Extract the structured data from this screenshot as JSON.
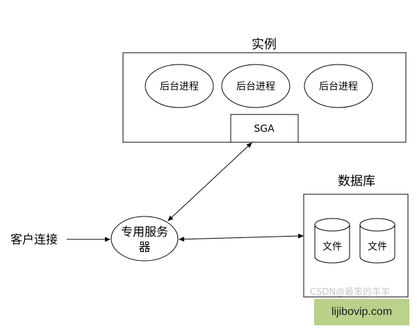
{
  "instance": {
    "title": "实例",
    "processes": [
      "后台进程",
      "后台进程",
      "后台进程"
    ],
    "sga": "SGA"
  },
  "database": {
    "title": "数据库",
    "files": [
      "文件",
      "文件"
    ]
  },
  "server": {
    "line1": "专用服务",
    "line2": "器"
  },
  "client": "客户连接",
  "watermark": "CSDN@最笨的羊羊",
  "site_badge": "lijibovip.com"
}
